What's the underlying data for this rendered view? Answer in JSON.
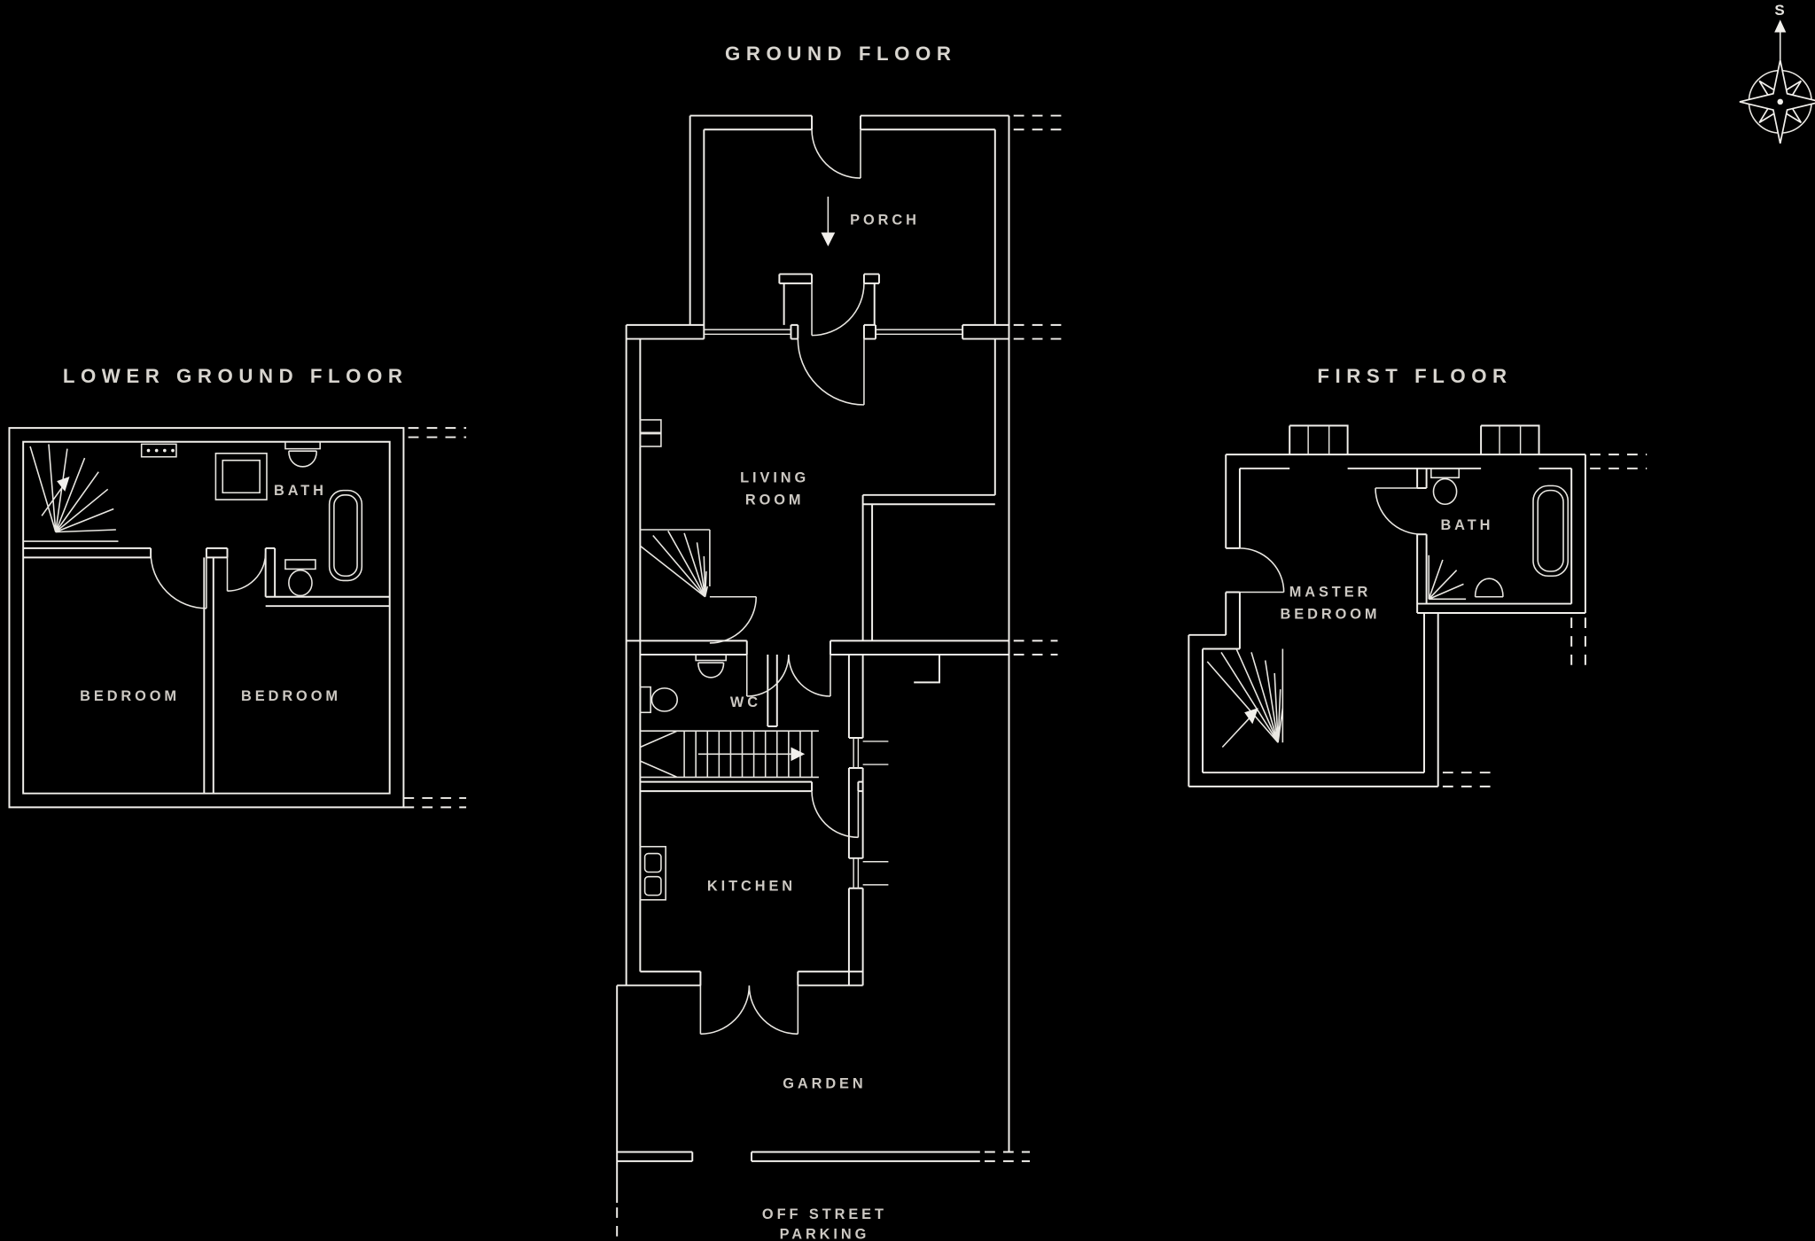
{
  "palette": {
    "background": "#000000",
    "line": "#f2f0ec",
    "text": "#cdc9c3"
  },
  "titles": {
    "lower_ground": "LOWER GROUND FLOOR",
    "ground": "GROUND FLOOR",
    "first": "FIRST FLOOR"
  },
  "compass": {
    "south": "S"
  },
  "lower_ground": {
    "bath": "BATH",
    "bedroom_left": "BEDROOM",
    "bedroom_right": "BEDROOM"
  },
  "ground": {
    "porch": "PORCH",
    "living_line1": "LIVING",
    "living_line2": "ROOM",
    "wc": "WC",
    "kitchen": "KITCHEN",
    "garden": "GARDEN",
    "parking_line1": "OFF STREET",
    "parking_line2": "PARKING"
  },
  "first": {
    "master_line1": "MASTER",
    "master_line2": "BEDROOM",
    "bath": "BATH"
  }
}
